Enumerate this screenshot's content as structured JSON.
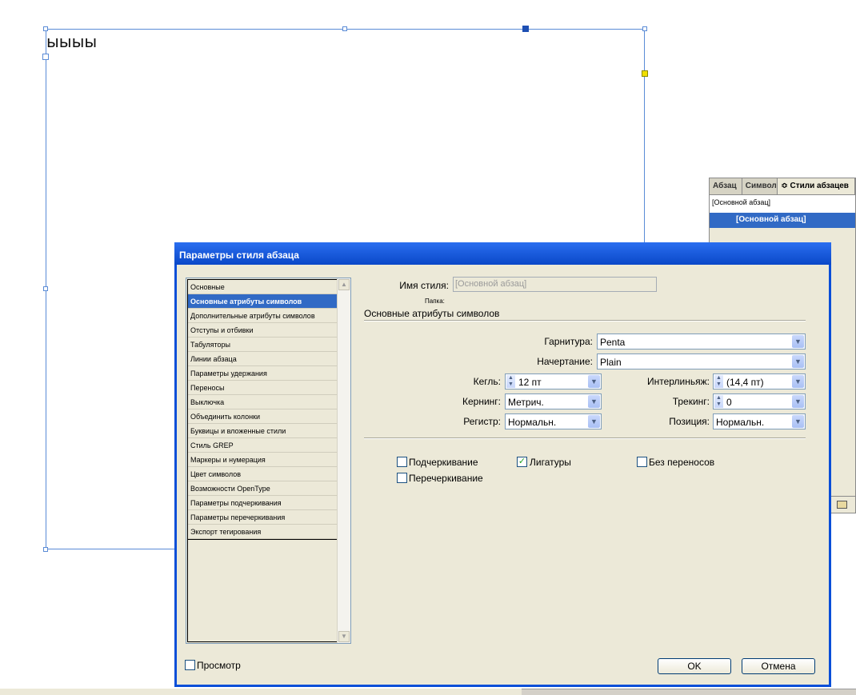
{
  "canvas": {
    "frame_text": "ыыыы"
  },
  "panel": {
    "tabs": [
      "Абзац",
      "Символ",
      "≎ Стили абзацев"
    ],
    "current_style": "[Основной абзац]",
    "selected_item": "[Основной абзац]"
  },
  "dialog": {
    "title": "Параметры стиля абзаца",
    "categories": [
      "Основные",
      "Основные атрибуты символов",
      "Дополнительные атрибуты символов",
      "Отступы и отбивки",
      "Табуляторы",
      "Линии абзаца",
      "Параметры удержания",
      "Переносы",
      "Выключка",
      "Объединить колонки",
      "Буквицы и вложенные стили",
      "Стиль GREP",
      "Маркеры и нумерация",
      "Цвет символов",
      "Возможности OpenType",
      "Параметры подчеркивания",
      "Параметры перечеркивания",
      "Экспорт тегирования"
    ],
    "selected_category": "Основные атрибуты символов",
    "style_name_label": "Имя стиля:",
    "style_name_value": "[Основной абзац]",
    "folder_label": "Папка:",
    "section_title": "Основные атрибуты символов",
    "fields": {
      "font_family_label": "Гарнитура:",
      "font_family": "Penta",
      "font_style_label": "Начертание:",
      "font_style": "Plain",
      "size_label": "Кегль:",
      "size": "12 пт",
      "leading_label": "Интерлиньяж:",
      "leading": "(14,4 пт)",
      "kerning_label": "Кернинг:",
      "kerning": "Метрич.",
      "tracking_label": "Трекинг:",
      "tracking": "0",
      "case_label": "Регистр:",
      "case": "Нормальн.",
      "position_label": "Позиция:",
      "position": "Нормальн."
    },
    "checkboxes": {
      "underline": "Подчеркивание",
      "underline_checked": false,
      "ligatures": "Лигатуры",
      "ligatures_checked": true,
      "no_break": "Без переносов",
      "no_break_checked": false,
      "strikethrough": "Перечеркивание",
      "strikethrough_checked": false
    },
    "preview_label": "Просмотр",
    "ok_label": "OK",
    "cancel_label": "Отмена"
  },
  "colors": {
    "selection": "#316ac5",
    "dialog_bg": "#ece9d8",
    "frame_stroke": "#5a8bd6"
  }
}
